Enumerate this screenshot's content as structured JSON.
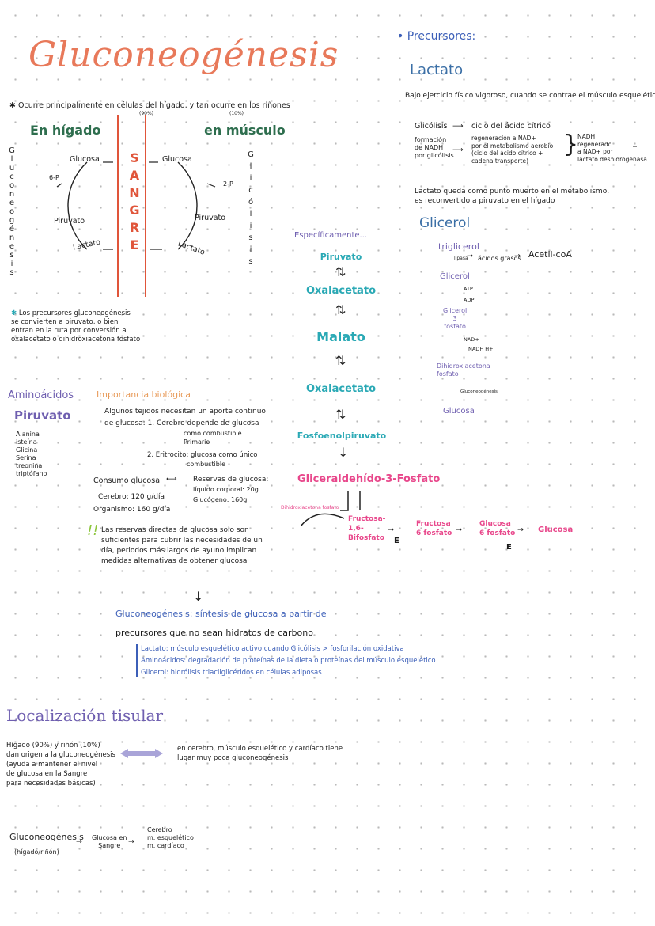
{
  "title": "Gluconeogénesis",
  "intro": {
    "line": "Ocurre principalmente en células del hígado, y tan ocurre en los riñones",
    "note_liver": "(90%)",
    "note_kidney": "(10%)"
  },
  "cycle": {
    "liver_heading": "En hígado",
    "muscle_heading": "en músculo",
    "blood_letters": [
      "S",
      "A",
      "N",
      "G",
      "R",
      "E"
    ],
    "left_vertical": [
      "G",
      "l",
      "u",
      "c",
      "o",
      "n",
      "e",
      "o",
      "g",
      "é",
      "n",
      "e",
      "s",
      "i",
      "s"
    ],
    "right_vertical": [
      "G",
      "l",
      "i",
      "c",
      "ó",
      "l",
      "i",
      "s",
      "i",
      "s"
    ],
    "left_glucose": "Glucosa",
    "left_6p": "6-P",
    "left_pyruvate": "Piruvato",
    "left_lactate": "Lactato",
    "right_glucose": "Glucosa",
    "right_2p": "2-P",
    "right_pyruvate": "Piruvato",
    "right_lactate": "Lactato"
  },
  "precursors_note": "Los precursores gluconeogénesis\nse convierten a piruvato, o bien\nentran en la ruta por conversión a\noxalacetato o dihidroxiacetona fosfato",
  "aminoacids": {
    "heading": "Aminoácidos",
    "pyruvate": "Piruvato",
    "items": [
      "Alanina",
      "isteína",
      "Glicina",
      "Serina",
      "treonina",
      "triptófano"
    ]
  },
  "importance": {
    "heading": "Importancia biológica",
    "line1": "Algunos tejidos necesitan un aporte continuo",
    "line2": "de glucosa: 1. Cerebro depende de glucosa",
    "line3": "como combustible",
    "line4": "Primario",
    "line5": "2. Eritrocito: glucosa como único",
    "line6": "combustible"
  },
  "consumption": {
    "label": "Consumo glucosa",
    "brain": "Cerebro: 120 g/día",
    "organism": "Organismo: 160 g/día",
    "reserves": "Reservas de glucosa:",
    "body_fluid": "líquido corporal: 20g",
    "glycogen": "Glucógeno: 160g"
  },
  "reserves_note": "Las reservas directas de glucosa solo son\nsuficientes para cubrir las necesidades de un\ndía, periodos más largos de ayuno implican\nmedidas alternativas de obtener glucosa",
  "definition": {
    "line1": "Gluconeogénesis: síntesis de glucosa a partir de",
    "line2": "precursores que no sean hidratos de carbono",
    "bullets": [
      "Lactato: músculo esquelético activo cuando Glicólisis > fosforilación oxidativa",
      "Aminoácidos: degradación de proteínas de la dieta o proteínas del músculo esquelético",
      "Glicerol: hidrólisis triacilglicéridos en células adiposas"
    ]
  },
  "pathway": {
    "label": "Específicamente...",
    "steps": [
      "Piruvato",
      "Oxalacetato",
      "Malato",
      "Oxalacetato",
      "Fosfoenolpiruvato"
    ],
    "g3p": "Gliceraldehído-3-Fosfato",
    "dhap": "Dihidroxiacetona fosfato",
    "fbp": "Fructosa-1,6-Bifosfato",
    "f6p": "Fructosa 6 fosfato",
    "g6p": "Glucosa 6 fosfato",
    "glucose": "Glucosa",
    "enzyme_mark": "E"
  },
  "precursors": {
    "heading": "Precursores:",
    "lactate": "Lactato",
    "lactate_line": "Bajo ejercicio físico vigoroso, cuando se contrae el músculo esquelético",
    "glycolysis": "Glicólisis",
    "krebs": "ciclo del ácido cítrico",
    "formation": "formación\nde NADH\npor glicólisis",
    "regeneration": "regeneración a NAD+\npor el metabolismo aerobio\n(ciclo del ácido cítrico +\ncadena transporte)",
    "nadh_right": "NADH\nregenerado\na NAD+ por\nlactato deshidrogenasa",
    "lactate_note": "Lactato queda como punto muerto en el metabolismo,\nes reconvertido a piruvato en el hígado",
    "glycerol": "Glicerol",
    "triglycerol": "triglicerol",
    "lipase": "lipasa",
    "fatty_acids": "ácidos grasos",
    "acetyl": "Acetil-coA",
    "glycerol2": "Glicerol",
    "atp": "ATP",
    "adp": "ADP",
    "glycerol_p": "Glicerol\n3\nfosfato",
    "nad": "NAD+",
    "nadh": "NADH H+",
    "dhap": "Dihidroxiacetona\nfosfato",
    "gluconeo": "Gluconeogénesis",
    "glucose": "Glucosa"
  },
  "tissue": {
    "heading": "Localización tisular",
    "left": "Hígado (90%) y riñón (10%)\ndan origen a la gluconeogénesis\n(ayuda a mantener el nivel\nde glucosa en la Sangre\npara necesidades básicas)",
    "right": "en cerebro, músculo esquelético y cardíaco tiene\nlugar muy poca gluconeogénesis",
    "flow1": "Gluconeogénesis",
    "flow1_sub": "(hígado/riñón)",
    "flow2": "Glucosa en\nSangre",
    "flow3": "Cerebro\nm. esquelético\nm. cardíaco"
  },
  "colors": {
    "title": "#e8795a",
    "blood": "#e0553a",
    "teal": "#2aa9b5",
    "pink": "#e8478b",
    "purple": "#6f5fb0",
    "green": "#2e6e4e"
  }
}
